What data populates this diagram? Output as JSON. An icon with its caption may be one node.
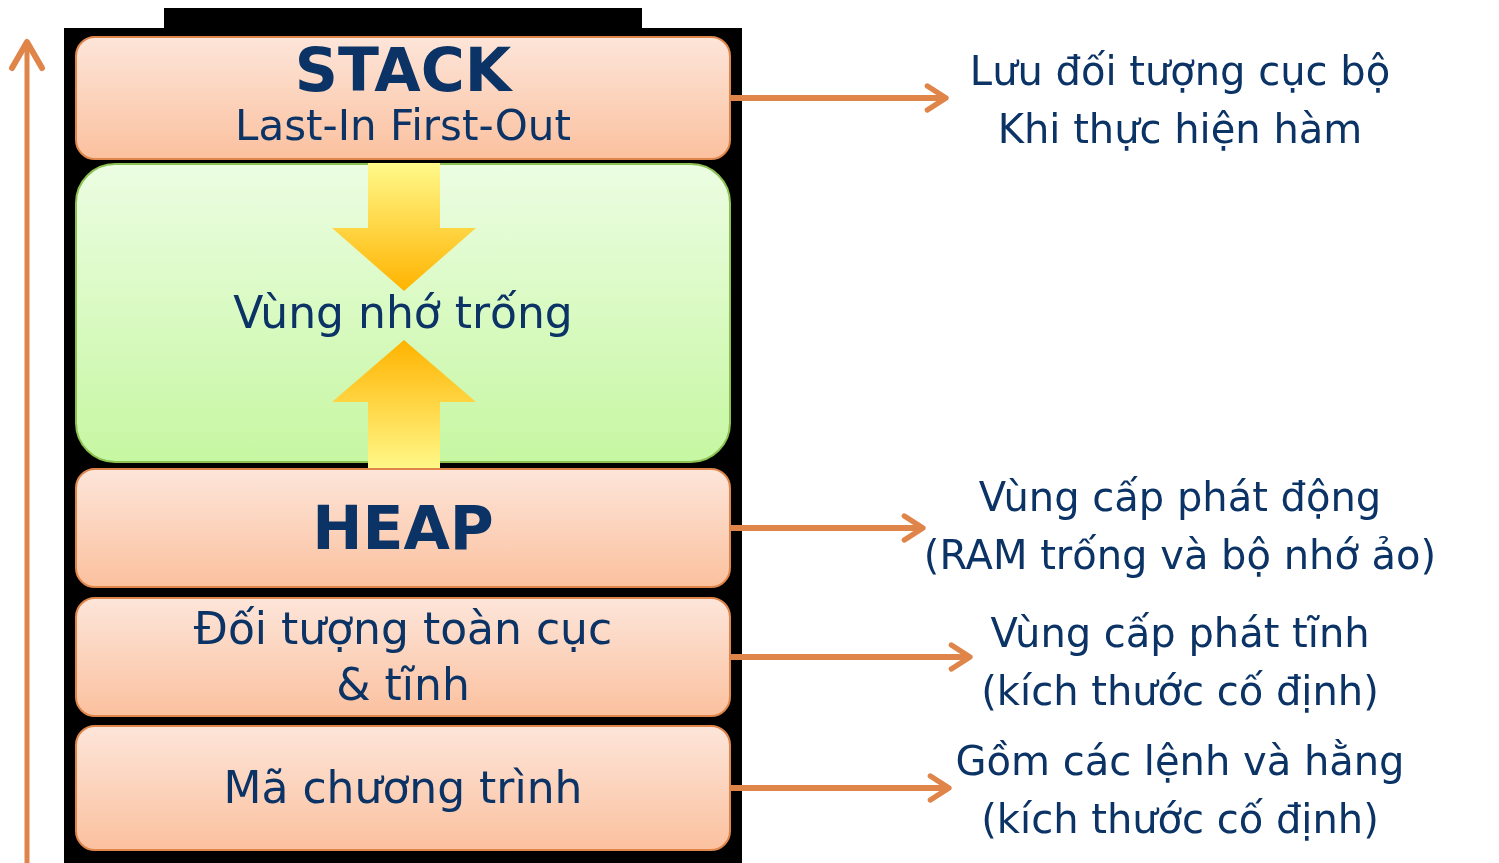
{
  "diagram": {
    "nodes": [
      {
        "text": [
          "STACK",
          "Last-In First-Out"
        ]
      },
      {
        "text": [
          "Vùng nhớ trống"
        ]
      },
      {
        "text": [
          "HEAP"
        ]
      },
      {
        "text": [
          "Đối tượng toàn cục & tĩnh"
        ]
      },
      {
        "text": [
          "Mã chương trình"
        ]
      },
      {
        "text": [
          "Lưu đối tượng cục bộ Khi thực hiện hàm"
        ]
      },
      {
        "text": [
          "Vùng cấp phát động (RAM trống và bộ nhớ ảo)"
        ]
      },
      {
        "text": [
          "Vùng cấp phát tĩnh (kích thước cố định)"
        ]
      },
      {
        "text": [
          "Gồm các lệnh và hằng (kích thước cố định)"
        ]
      }
    ],
    "edges": [
      {
        "from": 0,
        "to": 5,
        "arrow": "to"
      },
      {
        "from": 2,
        "to": 6,
        "arrow": "to"
      },
      {
        "from": 3,
        "to": 7,
        "arrow": "to"
      },
      {
        "from": 4,
        "to": 8,
        "arrow": "to"
      }
    ]
  }
}
